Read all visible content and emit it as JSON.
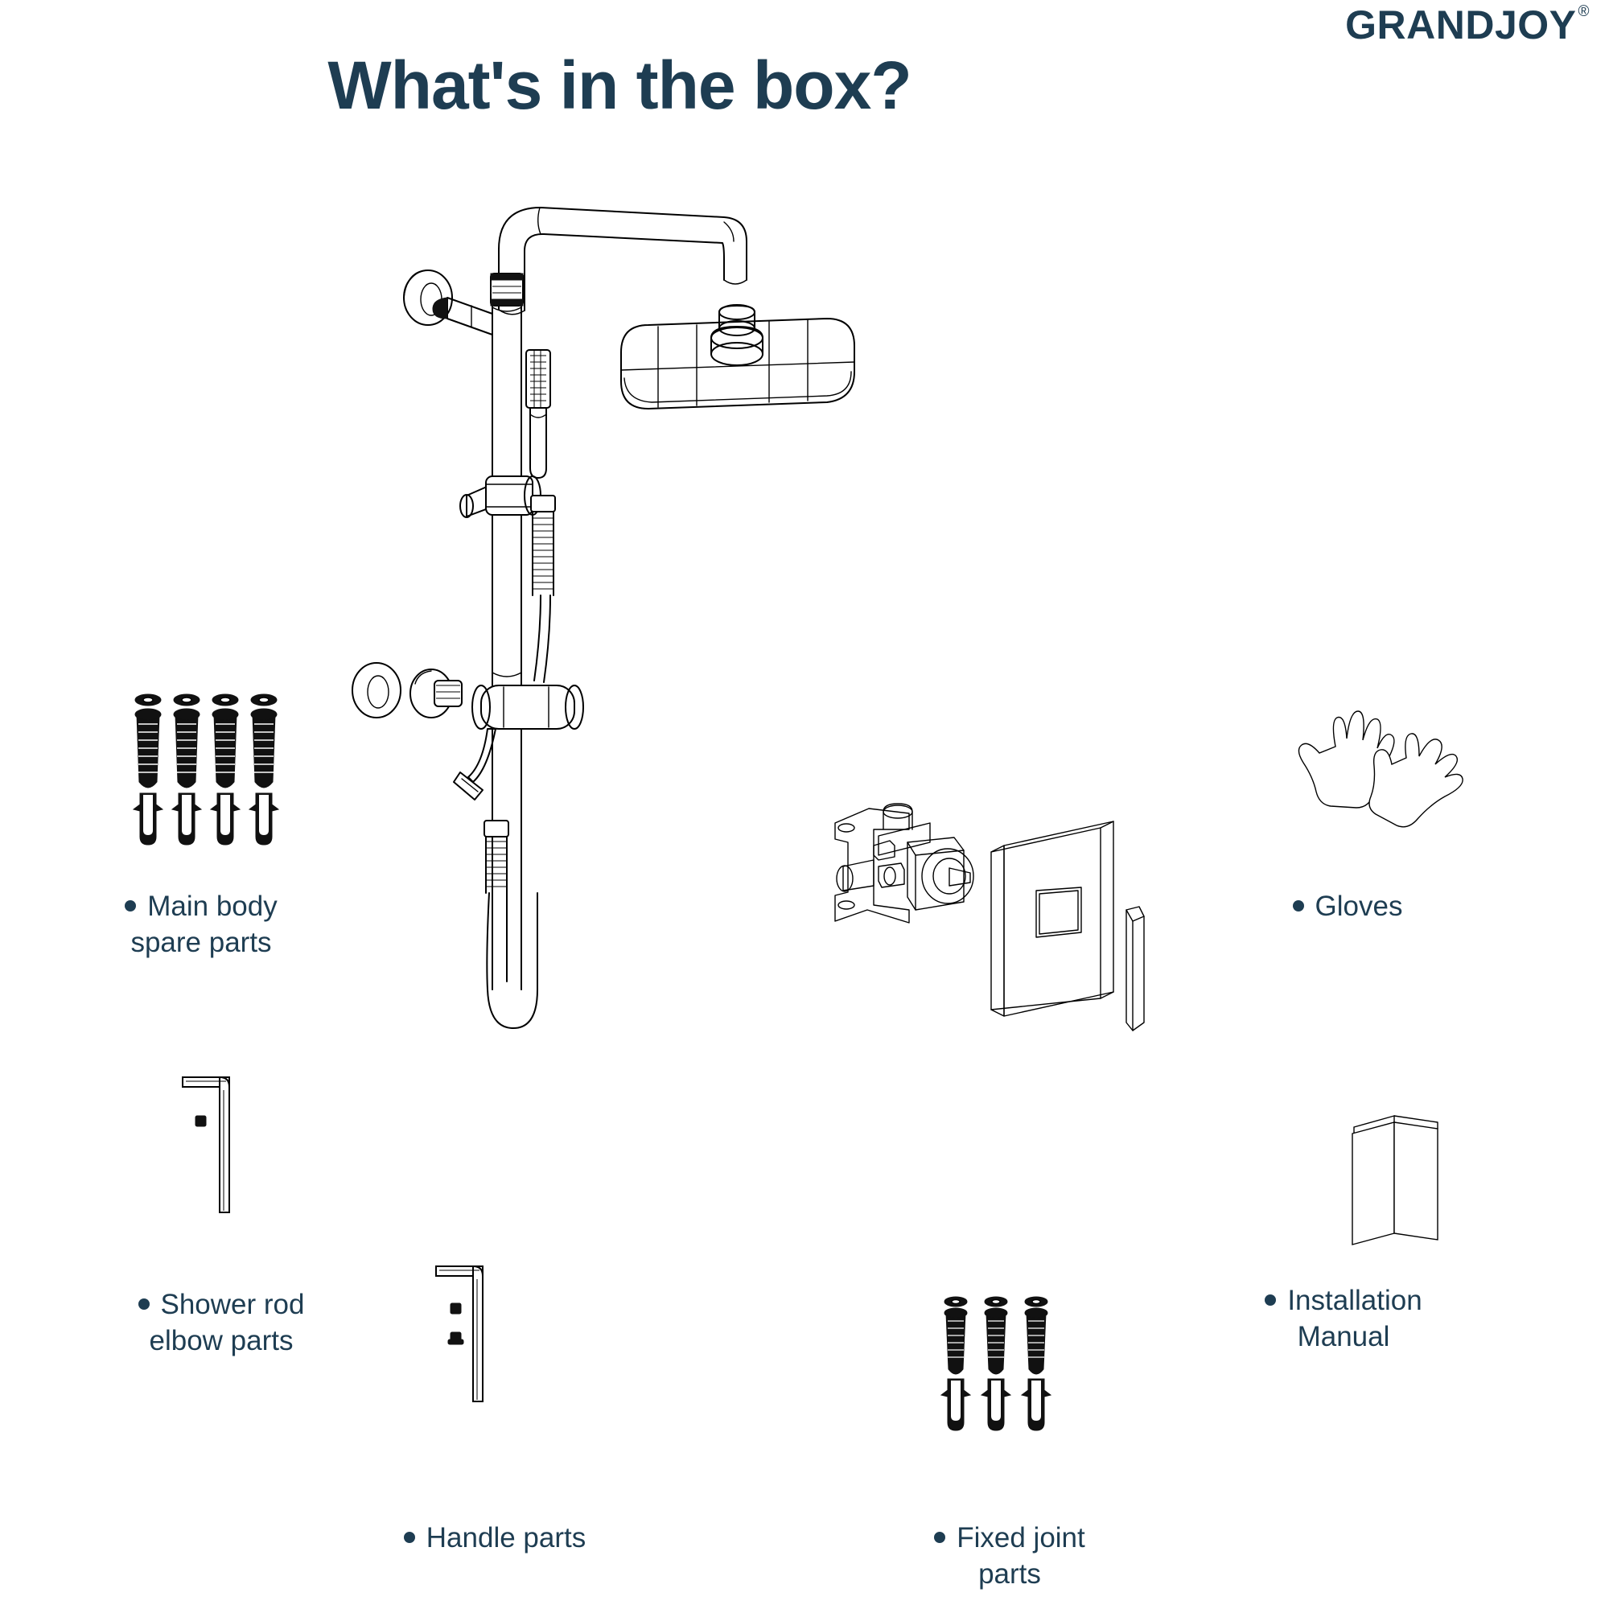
{
  "brand": {
    "name": "GRANDJOY",
    "registered_mark": "®"
  },
  "header": {
    "title": "What's in the box?"
  },
  "items": [
    {
      "id": "main-body-spare-parts",
      "label": "Main body\nspare parts",
      "icon": "screws-and-anchors-icon",
      "count_screws": 4,
      "count_anchors": 4
    },
    {
      "id": "shower-rod-elbow-parts",
      "label": "Shower rod\nelbow parts",
      "icon": "allen-key-icon"
    },
    {
      "id": "handle-parts",
      "label": "Handle parts",
      "icon": "allen-key-with-setscrews-icon"
    },
    {
      "id": "fixed-joint-parts",
      "label": "Fixed joint\nparts",
      "icon": "screws-and-anchors-icon",
      "count_screws": 3,
      "count_anchors": 3
    },
    {
      "id": "gloves",
      "label": "Gloves",
      "icon": "gloves-icon"
    },
    {
      "id": "installation-manual",
      "label": "Installation\nManual",
      "icon": "booklet-icon"
    }
  ],
  "assembly": {
    "shower_arm": "shower-arm-icon",
    "rain_shower_head": "rain-shower-head-icon",
    "slide_bar": "slide-bar-icon",
    "hand_shower": "hand-shower-icon",
    "hose": "shower-hose-icon",
    "wall_flanges": "wall-flange-icon",
    "diverter_body": "diverter-body-icon",
    "rough_in_valve": "rough-in-valve-icon",
    "trim_plate": "square-trim-plate-icon",
    "handle_lever": "handle-lever-icon"
  },
  "colors": {
    "brand": "#1e3d52",
    "text": "#1e3d52",
    "line_art": "#000000",
    "background": "#ffffff"
  }
}
